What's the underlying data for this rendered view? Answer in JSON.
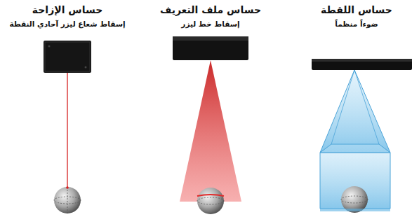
{
  "diagram": {
    "labels": [
      "حساس الإزاحة",
      "إسقاط شعاع ليزر آحادي النقطة",
      "حساس ملف التعريف",
      "إسقاط خط ليزر",
      "حساس اللقطة",
      "ضوءاً منظماً"
    ]
  }
}
